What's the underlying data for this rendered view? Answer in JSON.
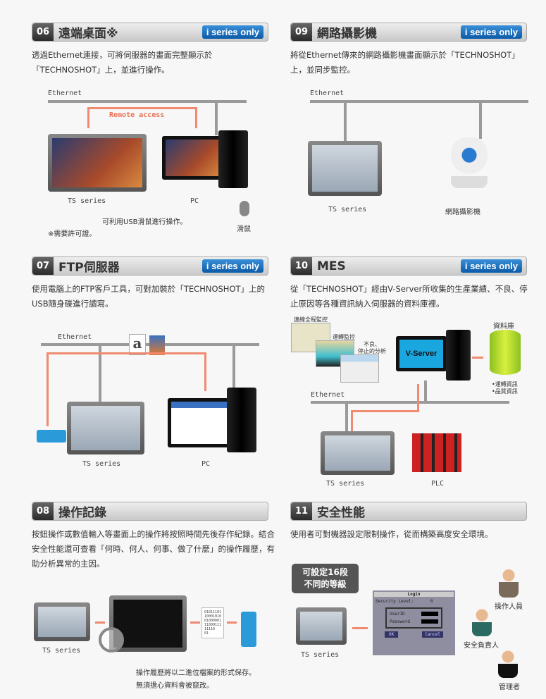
{
  "s06": {
    "num": "06",
    "title": "遠端桌面※",
    "badge": "i series only",
    "desc": "透過Ethernet連接，可將伺服器的畫面完整顯示於「TECHNOSHOT」上，並進行操作。",
    "ethernet": "Ethernet",
    "remote": "Remote access",
    "ts": "TS series",
    "pc": "PC",
    "usb_note": "可利用USB滑鼠進行操作。",
    "mouse": "滑鼠",
    "license": "※需要許可證。"
  },
  "s09": {
    "num": "09",
    "title": "網路攝影機",
    "badge": "i series only",
    "desc": "將從Ethernet傳來的網路攝影機畫面顯示於「TECHNOSHOT」上，並同步監控。",
    "ethernet": "Ethernet",
    "ts": "TS series",
    "camera": "網路攝影機"
  },
  "s07": {
    "num": "07",
    "title": "FTP伺服器",
    "badge": "i series only",
    "desc": "使用電腦上的FTP客戶工具，可對加裝於「TECHNOSHOT」上的USB隨身碟進行讀寫。",
    "ethernet": "Ethernet",
    "ts": "TS series",
    "pc": "PC"
  },
  "s10": {
    "num": "10",
    "title": "MES",
    "badge": "i series only",
    "desc": "從「TECHNOSHOT」經由V-Server所收集的生產業績、不良、停止原因等各種資訊納入伺服器的資料庫裡。",
    "monitor_all": "連線全程監控",
    "monitor_run": "運轉監控",
    "analysis": "不良、\n停止的分析",
    "vserver": "V-Server",
    "database": "資料庫",
    "info1": "•運轉資訊",
    "info2": "•品質資訊",
    "ethernet": "Ethernet",
    "ts": "TS series",
    "plc": "PLC"
  },
  "s08": {
    "num": "08",
    "title": "操作記錄",
    "desc": "按鈕操作或數值輸入等畫面上的操作將按照時間先後存作紀錄。結合安全性能還可查看「何時、何人、何事、做了什麼」的操作履歷，有助分析異常的主因。",
    "ts": "TS series",
    "binary": "01011101\n10001010\n01000001\n11000111\n11110\n01",
    "note1": "操作履歷將以二進位檔案的形式保存。",
    "note2": "無須擔心資料會被竄改。"
  },
  "s11": {
    "num": "11",
    "title": "安全性能",
    "desc": "使用者可對機器設定限制操作，從而構築高度安全環境。",
    "bubble": "可設定16段\n不同的等級",
    "ts": "TS series",
    "login": {
      "title": "Login",
      "level_label": "Security Level:",
      "level": "0",
      "userid": "UserID",
      "password": "Password",
      "ok": "OK",
      "cancel": "Cancel"
    },
    "roles": [
      "操作人員",
      "安全負責人",
      "管理者"
    ]
  }
}
